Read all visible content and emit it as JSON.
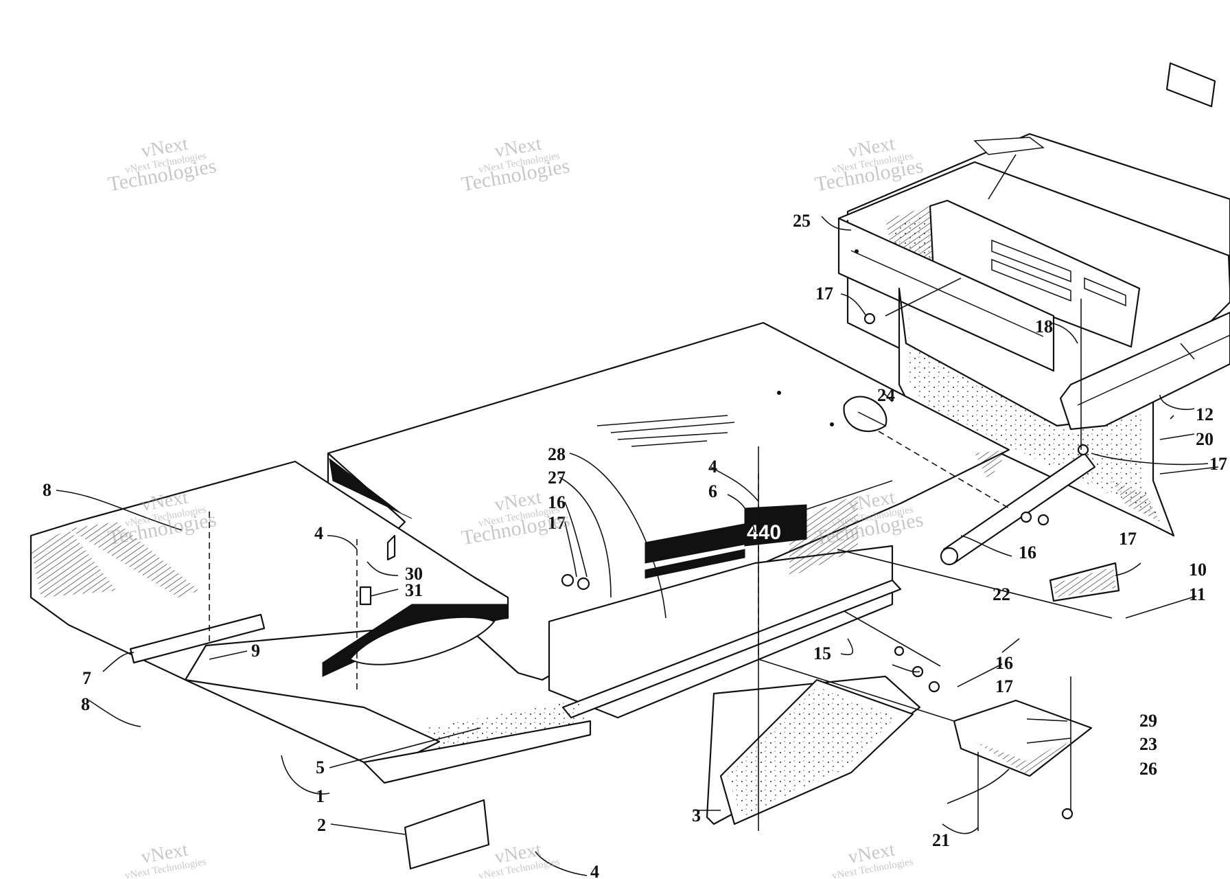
{
  "watermark": {
    "line1": "vNext",
    "line2": "vNext Technologies",
    "line3": "Technologies"
  },
  "badge_text": "440",
  "callouts": [
    {
      "id": "c1",
      "label": "1"
    },
    {
      "id": "c2",
      "label": "2"
    },
    {
      "id": "c3",
      "label": "3"
    },
    {
      "id": "c4a",
      "label": "4"
    },
    {
      "id": "c4b",
      "label": "4"
    },
    {
      "id": "c4c",
      "label": "4"
    },
    {
      "id": "c5",
      "label": "5"
    },
    {
      "id": "c6",
      "label": "6"
    },
    {
      "id": "c7",
      "label": "7"
    },
    {
      "id": "c8a",
      "label": "8"
    },
    {
      "id": "c8b",
      "label": "8"
    },
    {
      "id": "c9",
      "label": "9"
    },
    {
      "id": "c10",
      "label": "10"
    },
    {
      "id": "c11",
      "label": "11"
    },
    {
      "id": "c12",
      "label": "12"
    },
    {
      "id": "c15",
      "label": "15"
    },
    {
      "id": "c16a",
      "label": "16"
    },
    {
      "id": "c16b",
      "label": "16"
    },
    {
      "id": "c16c",
      "label": "16"
    },
    {
      "id": "c17a",
      "label": "17"
    },
    {
      "id": "c17b",
      "label": "17"
    },
    {
      "id": "c17c",
      "label": "17"
    },
    {
      "id": "c17d",
      "label": "17"
    },
    {
      "id": "c17e",
      "label": "17"
    },
    {
      "id": "c18",
      "label": "18"
    },
    {
      "id": "c20",
      "label": "20"
    },
    {
      "id": "c21",
      "label": "21"
    },
    {
      "id": "c22",
      "label": "22"
    },
    {
      "id": "c23",
      "label": "23"
    },
    {
      "id": "c24",
      "label": "24"
    },
    {
      "id": "c25",
      "label": "25"
    },
    {
      "id": "c26",
      "label": "26"
    },
    {
      "id": "c27",
      "label": "27"
    },
    {
      "id": "c28",
      "label": "28"
    },
    {
      "id": "c29",
      "label": "29"
    },
    {
      "id": "c30",
      "label": "30"
    },
    {
      "id": "c31",
      "label": "31"
    }
  ]
}
